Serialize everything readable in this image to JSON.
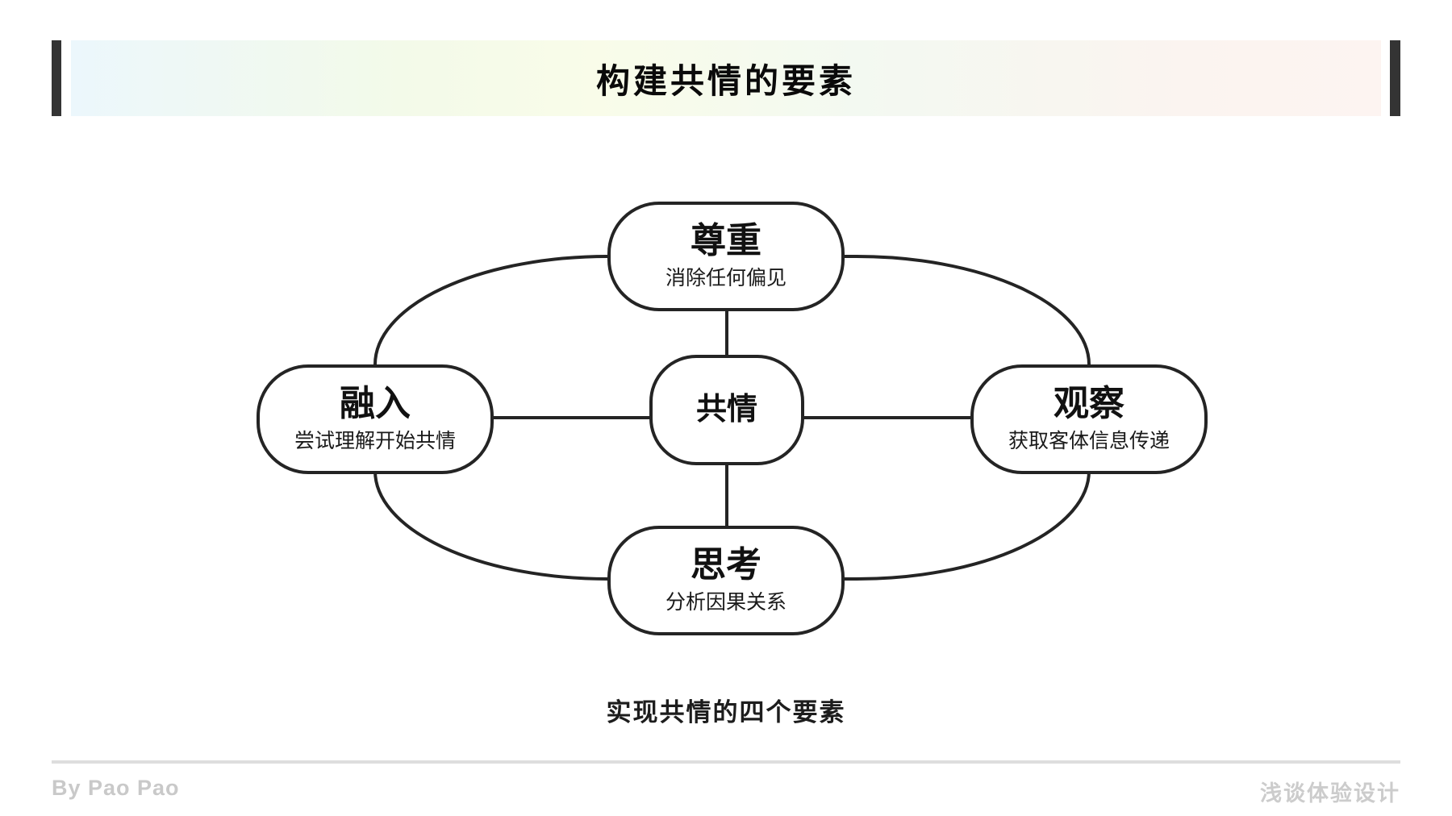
{
  "header": {
    "title": "构建共情的要素"
  },
  "diagram": {
    "center": {
      "title": "共情"
    },
    "nodes": [
      {
        "id": "respect",
        "position": "top",
        "title": "尊重",
        "subtitle": "消除任何偏见"
      },
      {
        "id": "integrate",
        "position": "left",
        "title": "融入",
        "subtitle": "尝试理解开始共情"
      },
      {
        "id": "observe",
        "position": "right",
        "title": "观察",
        "subtitle": "获取客体信息传递"
      },
      {
        "id": "think",
        "position": "bottom",
        "title": "思考",
        "subtitle": "分析因果关系"
      }
    ],
    "caption": "实现共情的四个要素"
  },
  "footer": {
    "author": "By Pao Pao",
    "brand": "浅谈体验设计"
  },
  "colors": {
    "line": "#242424",
    "header_bar": "#343434",
    "gradient_left": "#ecf7fc",
    "gradient_middle": "#f9fce9",
    "gradient_right": "#fdf4f1",
    "footer_text": "#c9c9c9",
    "divider": "#dedede"
  }
}
